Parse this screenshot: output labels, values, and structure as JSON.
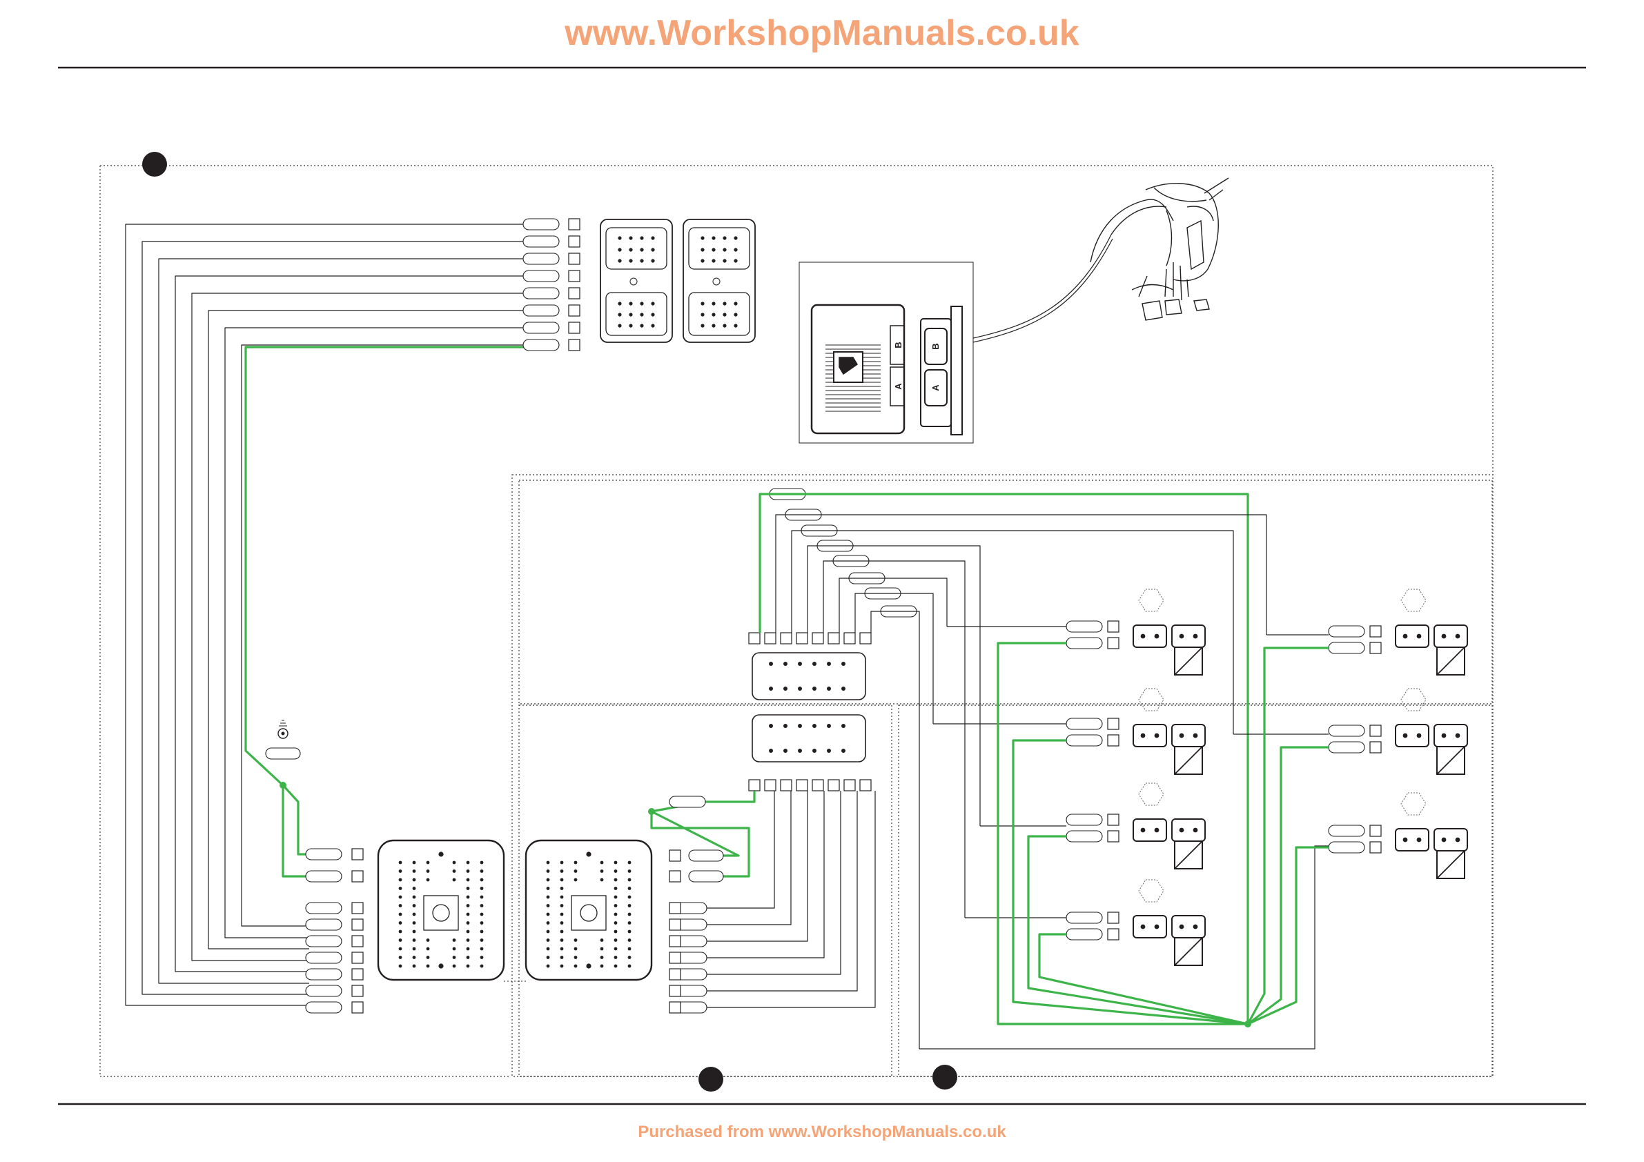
{
  "header": {
    "title": "www.WorkshopManuals.co.uk"
  },
  "footer": {
    "note": "Purchased from www.WorkshopManuals.co.uk"
  },
  "module": {
    "switch_label_b": "B",
    "switch_label_a": "A",
    "pad_label_b": "B",
    "pad_label_a": "A"
  },
  "colors": {
    "header_text": "#f4a477",
    "wire_green": "#3db449",
    "wire_black": "#231f20",
    "frame_dotted": "#555555"
  }
}
